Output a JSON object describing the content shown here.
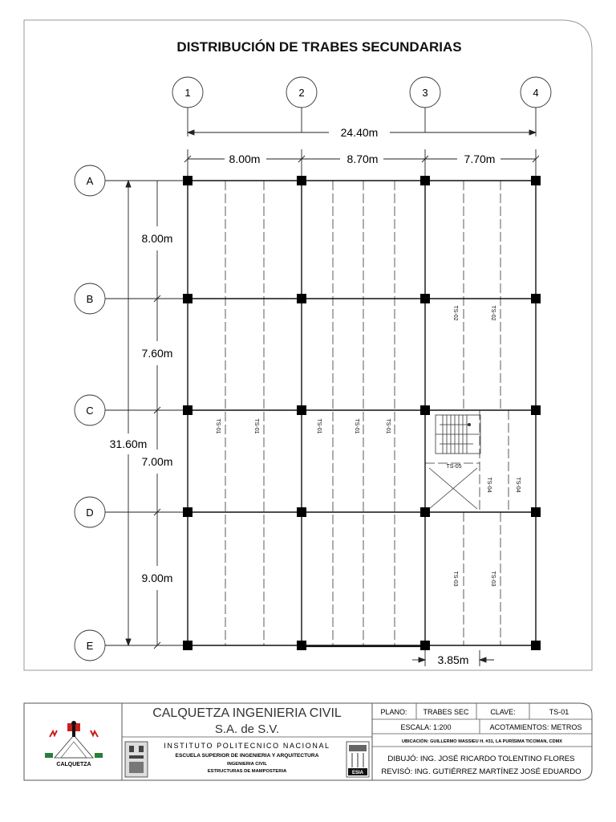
{
  "title": "DISTRIBUCIÓN DE TRABES SECUNDARIAS",
  "axes": {
    "columns": [
      "1",
      "2",
      "3",
      "4"
    ],
    "rows": [
      "A",
      "B",
      "C",
      "D",
      "E"
    ]
  },
  "dimensions": {
    "total_width": "24.40m",
    "spans_x": [
      "8.00m",
      "8.70m",
      "7.70m"
    ],
    "total_height": "31.60m",
    "spans_y": [
      "8.00m",
      "7.60m",
      "7.00m",
      "9.00m"
    ],
    "stair_width": "3.85m"
  },
  "beam_labels": {
    "ts01": "TS-01",
    "ts02": "TS-02",
    "ts03": "TS-03",
    "ts04": "TS-04",
    "ts05": "TS-05"
  },
  "title_block": {
    "company": "CALQUETZA INGENIERIA CIVIL",
    "company_suffix": "S.A. de S.V.",
    "logo_text": "CALQUETZA",
    "institute": "INSTITUTO POLITECNICO NACIONAL",
    "school": "ESCUELA SUPERIOR DE INGENIERIA Y ARQUITECTURA",
    "department": "INGENIERIA CIVIL",
    "subject": "ESTRUCTURAS DE MAMPOSTERIA",
    "esia": "ESIA",
    "plano_label": "PLANO:",
    "plano_value": "TRABES SEC",
    "clave_label": "CLAVE:",
    "clave_value": "TS-01",
    "escala": "ESCALA: 1:200",
    "acotamientos": "ACOTAMIENTOS: METROS",
    "ubicacion": "UBICACIÓN: GUILLERMO MASSIEU H. #31, LA PURÍSIMA TICOMAN, CDMX",
    "dibujo": "DIBUJÓ: ING. JOSÉ RICARDO TOLENTINO FLORES",
    "reviso": "REVISÓ: ING. GUTIÉRREZ MARTÍNEZ JOSÉ EDUARDO"
  }
}
